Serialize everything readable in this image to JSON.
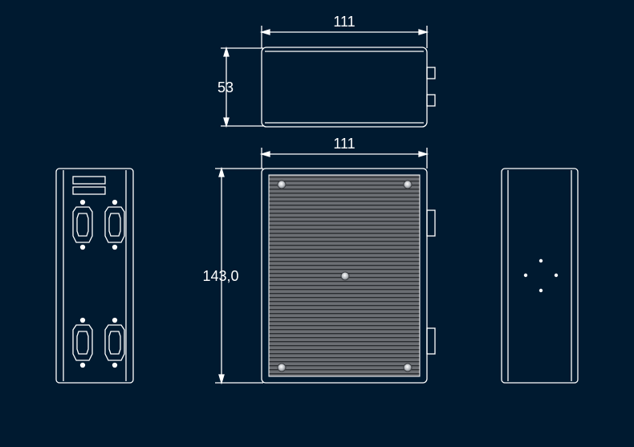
{
  "colors": {
    "background": "#001a30",
    "line": "#ffffff",
    "fin_fill": "#6b6e73",
    "fin_line": "#2a2d31",
    "screw": "#b8bcc1"
  },
  "dimensions": {
    "top_view_width": "111",
    "top_view_height": "53",
    "front_view_width": "111",
    "front_view_height": "143,0"
  }
}
